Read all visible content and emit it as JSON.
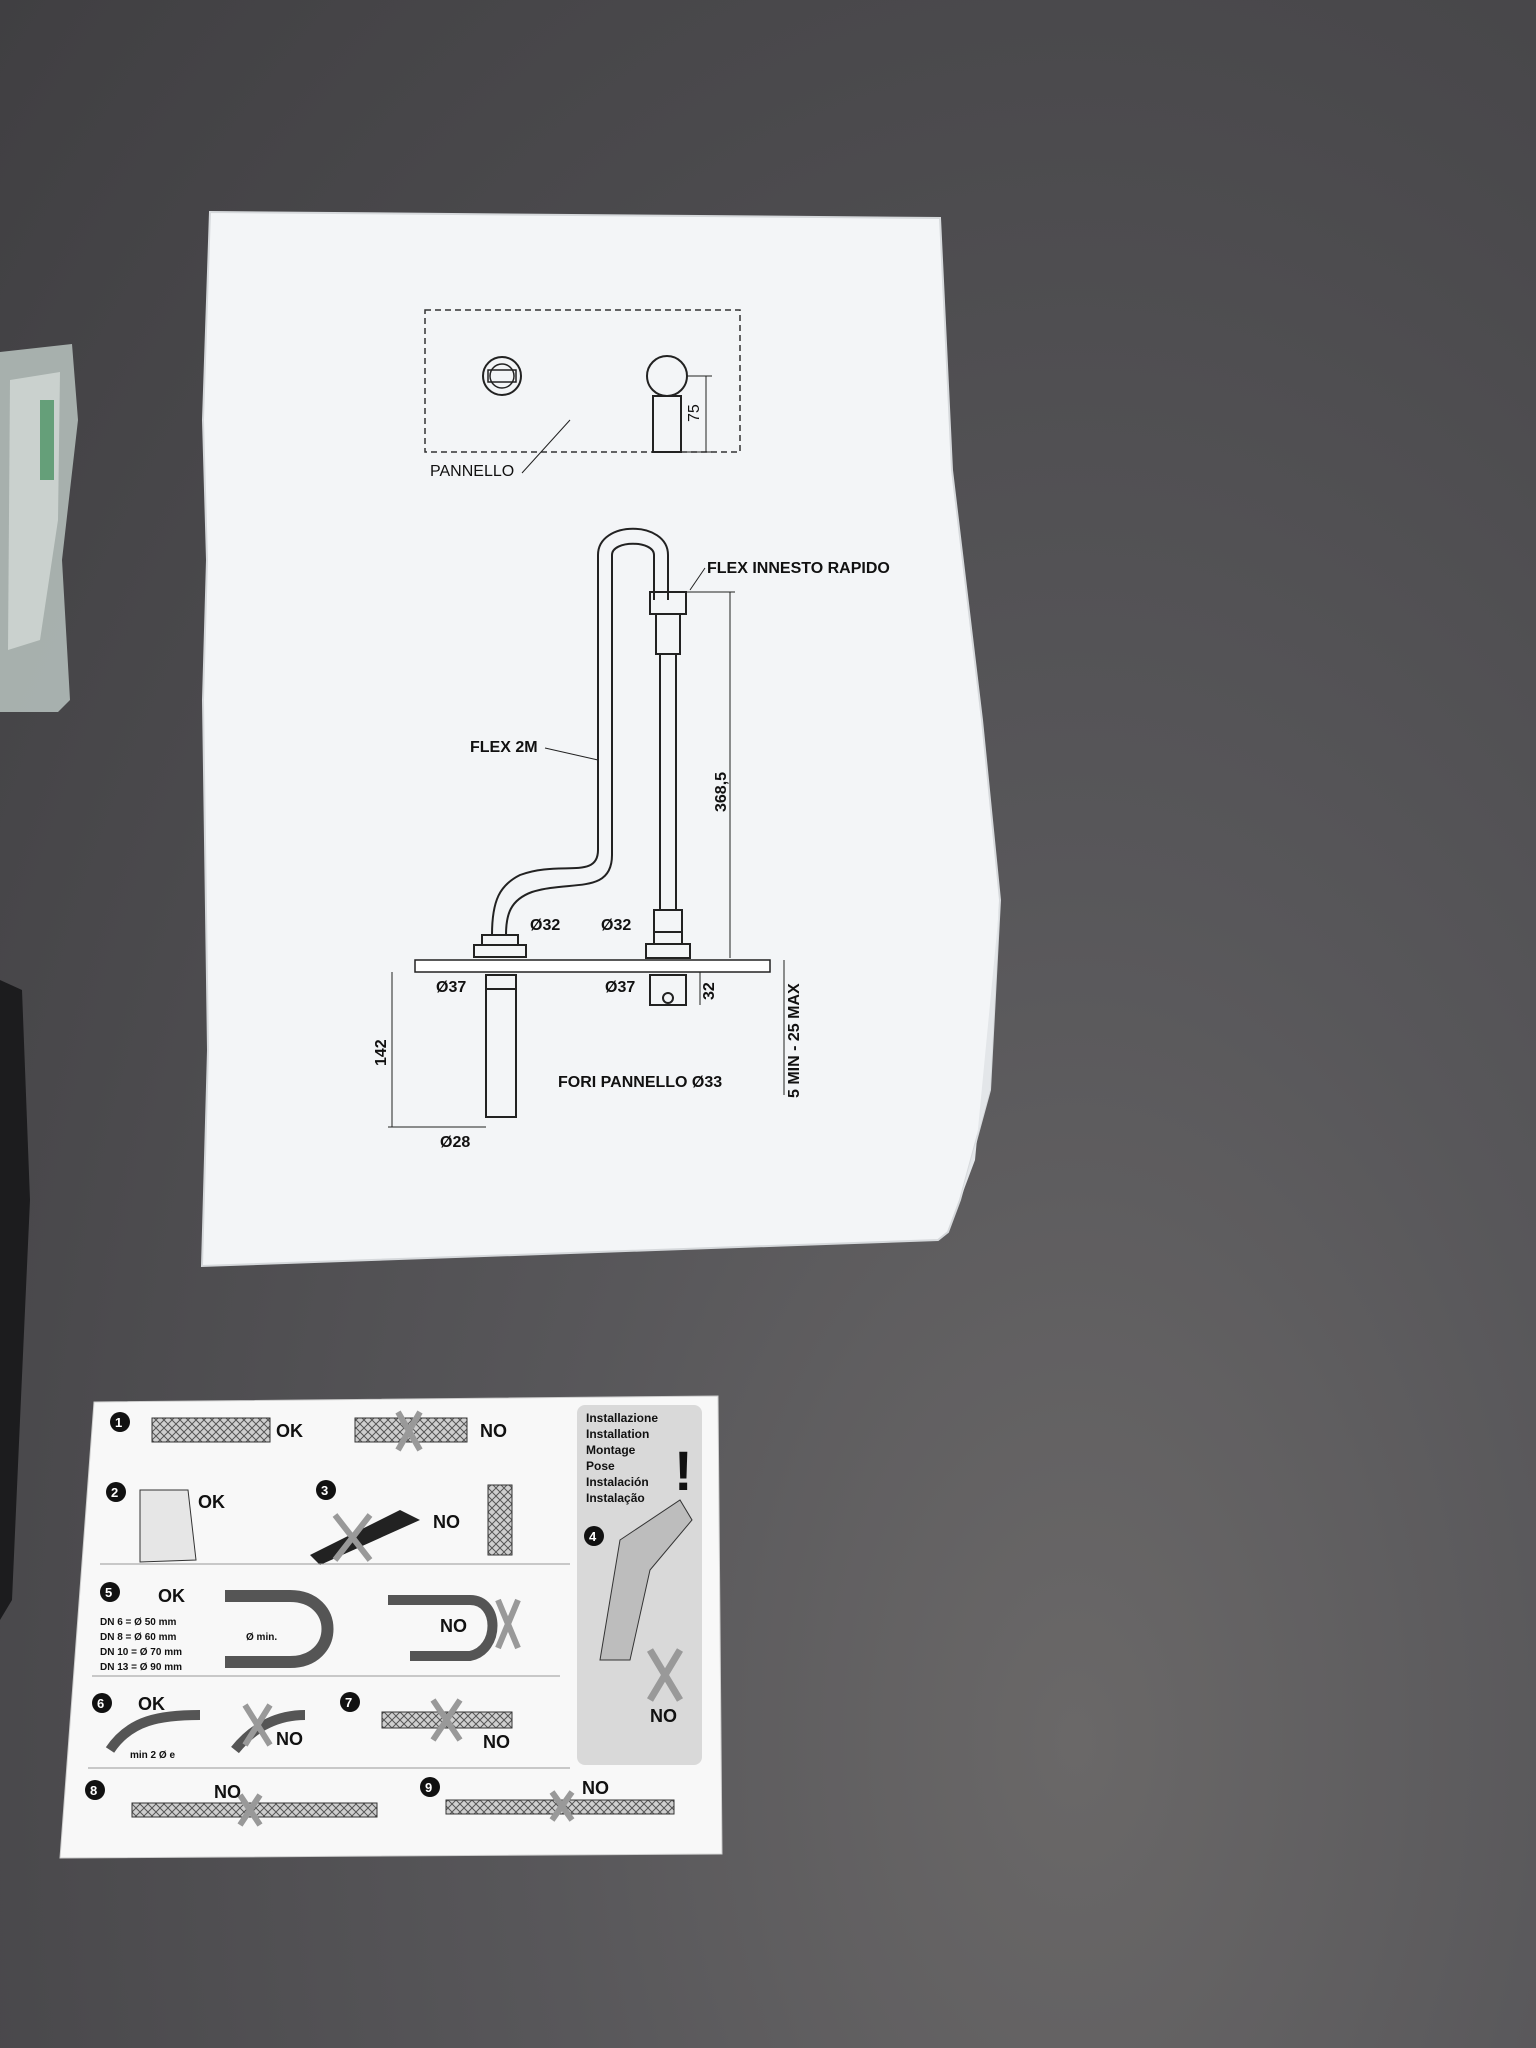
{
  "sheet": {
    "panel_label": "PANNELLO",
    "dim_75": "75",
    "flex_quick_label": "FLEX INNESTO RAPIDO",
    "flex_2m_label": "FLEX 2M",
    "dim_368": "368,5",
    "dia_32_left": "Ø32",
    "dia_32_right": "Ø32",
    "dia_37_left": "Ø37",
    "dia_37_right": "Ø37",
    "dim_32": "32",
    "dim_142": "142",
    "thickness_label": "5 MIN - 25 MAX",
    "holes_label": "FORI PANNELLO Ø33",
    "dia_28": "Ø28"
  },
  "card": {
    "step_numbers": [
      "1",
      "2",
      "3",
      "4",
      "5",
      "6",
      "7",
      "8",
      "9"
    ],
    "ok": "OK",
    "no": "NO",
    "install_titles": [
      "Installazione",
      "Installation",
      "Montage",
      "Pose",
      "Instalación",
      "Instalação"
    ],
    "dn_table": [
      "DN 6 = Ø 50 mm",
      "DN 8 = Ø 60 mm",
      "DN 10 = Ø 70 mm",
      "DN 13 = Ø 90 mm"
    ],
    "min_dia": "Ø min.",
    "min_bend": "min 2 Ø e"
  },
  "colors": {
    "surface": "#4f4e51",
    "paper": "#f4f6f8",
    "card": "#f8f8f8",
    "ink": "#111111",
    "card_panel_gray": "#d9d9d9"
  }
}
